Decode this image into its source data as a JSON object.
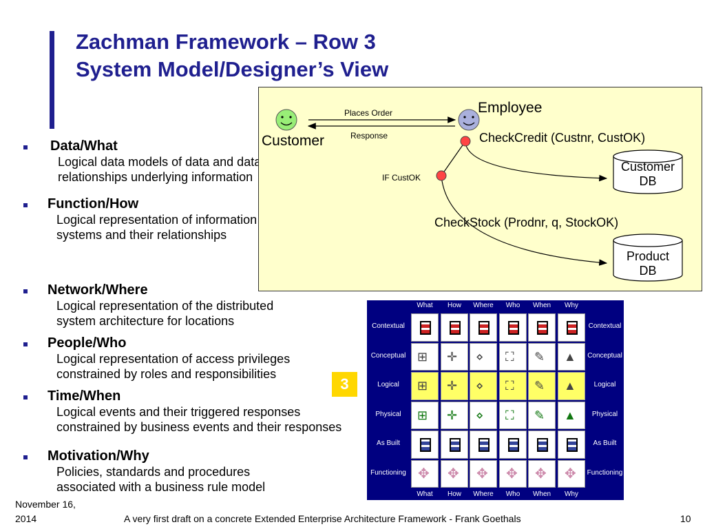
{
  "title": {
    "line1": "Zachman Framework – Row 3",
    "line2": "System Model/Designer’s View"
  },
  "bullets": [
    {
      "heading": "Data/What",
      "lines": [
        "Logical data models of data and data",
        "relationships underlying information"
      ]
    },
    {
      "heading": "Function/How",
      "lines": [
        "Logical representation of information",
        "systems and their relationships"
      ]
    },
    {
      "heading": "Network/Where",
      "lines": [
        "Logical representation of the distributed",
        "system architecture for locations"
      ]
    },
    {
      "heading": "People/Who",
      "lines": [
        "Logical representation of access privileges",
        "constrained by roles and responsibilities"
      ]
    },
    {
      "heading": "Time/When",
      "lines": [
        "Logical events and their triggered responses",
        "constrained by business events and their responses"
      ]
    },
    {
      "heading": "Motivation/Why",
      "lines": [
        "Policies, standards and procedures",
        "associated with a business rule model"
      ]
    }
  ],
  "diagram": {
    "customer": "Customer",
    "employee": "Employee",
    "places_order": "Places Order",
    "response": "Response",
    "check_credit": "CheckCredit (Custnr, CustOK)",
    "if_custok": "IF CustOK",
    "check_stock": "CheckStock (Prodnr, q, StockOK)",
    "customer_db": [
      "Customer",
      "DB"
    ],
    "product_db": [
      "Product",
      "DB"
    ],
    "colors": {
      "panel": "#ffffcc",
      "smiley_customer": "#99ee77",
      "smiley_employee": "#aab0dd",
      "decision": "#ff4444"
    }
  },
  "zachman_grid": {
    "columns": [
      "What",
      "How",
      "Where",
      "Who",
      "When",
      "Why"
    ],
    "rows": [
      "Contextual",
      "Conceptual",
      "Logical",
      "Physical",
      "As Built",
      "Functioning"
    ],
    "highlight_row": "Logical",
    "row_marker": "3",
    "colors": {
      "frame": "#000080",
      "highlight": "#ffff66",
      "marker": "#ffd700"
    }
  },
  "footer": {
    "date_line1": "November 16,",
    "date_line2": "2014",
    "caption": "A very first draft on a concrete Extended Enterprise Architecture Framework - Frank Goethals",
    "page": "10"
  }
}
